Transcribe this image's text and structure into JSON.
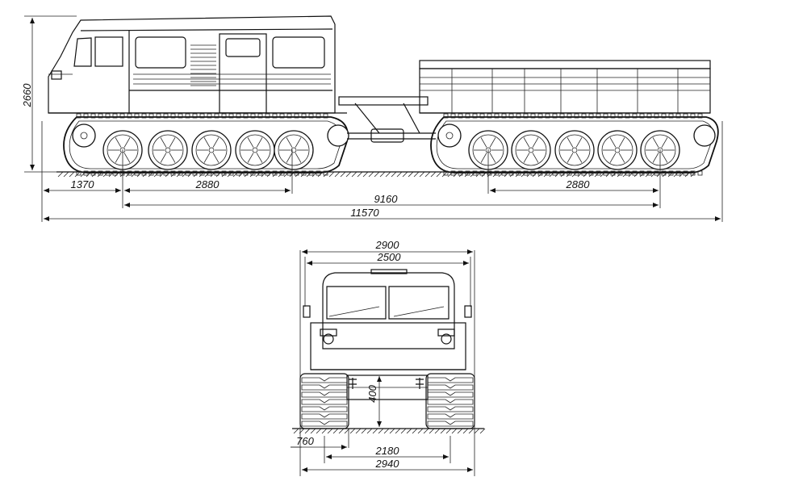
{
  "side_view": {
    "dims": {
      "height": "2660",
      "front_overhang": "1370",
      "track_base_front": "2880",
      "track_base_rear": "2880",
      "axle_span": "9160",
      "overall_length": "11570"
    }
  },
  "front_view": {
    "dims": {
      "overall_width": "2900",
      "body_width": "2500",
      "ground_clearance": "400",
      "track_width": "760",
      "inner_gauge": "2180",
      "outer_gauge": "2940"
    }
  }
}
